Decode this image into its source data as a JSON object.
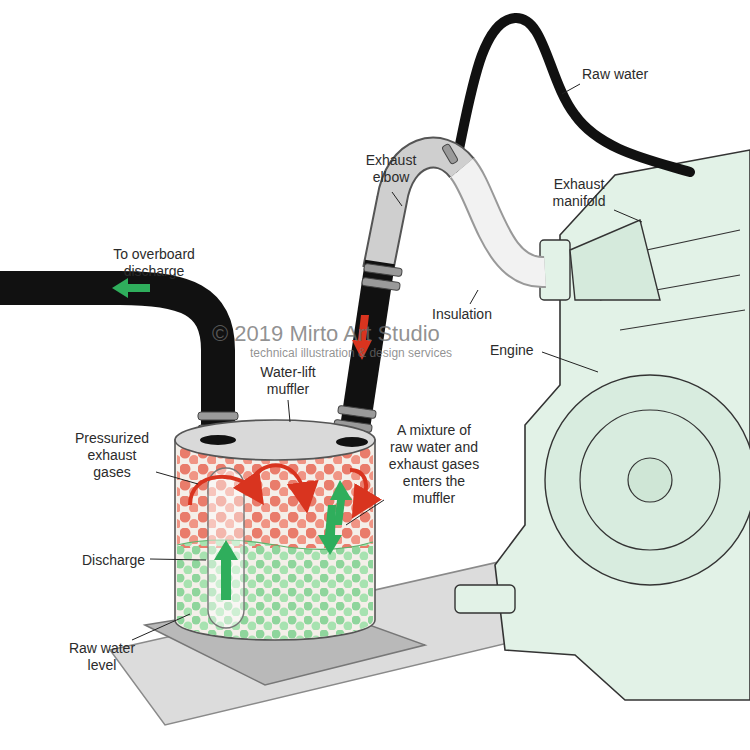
{
  "diagram": {
    "labels": [
      "Raw water",
      "Exhaust elbow",
      "Exhaust manifold",
      "To overboard discharge",
      "Insulation",
      "Engine",
      "Water-lift muffler",
      "Pressurized exhaust gases",
      "A mixture of raw water and exhaust gases enters the muffler",
      "Discharge",
      "Raw water level",
      "© 2019 Mirto Art Studio",
      "technical illustration & design services"
    ]
  }
}
